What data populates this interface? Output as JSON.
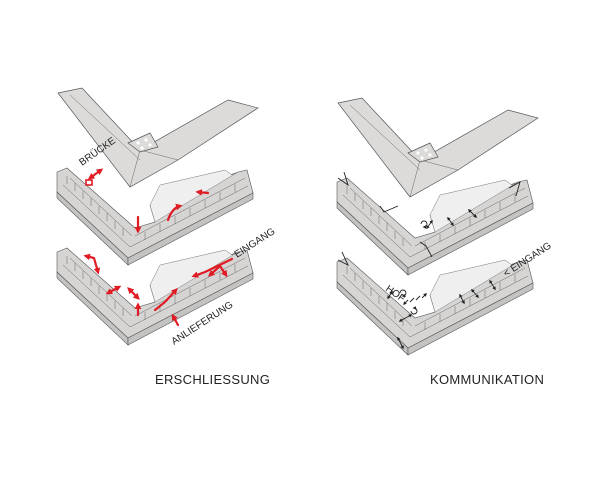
{
  "panels": [
    {
      "title": "ERSCHLIESSUNG",
      "labels": {
        "bridge": "BRÜCKE",
        "entrance": "EINGANG",
        "delivery": "ANLIEFERUNG"
      }
    },
    {
      "title": "KOMMUNIKATION",
      "labels": {
        "courtyard": "HOF",
        "entrance": "< EINGANG"
      }
    }
  ],
  "colors": {
    "circulation_arrow": "#e01b24",
    "communication_arrow": "#222222",
    "building": "#d6d5d4"
  }
}
